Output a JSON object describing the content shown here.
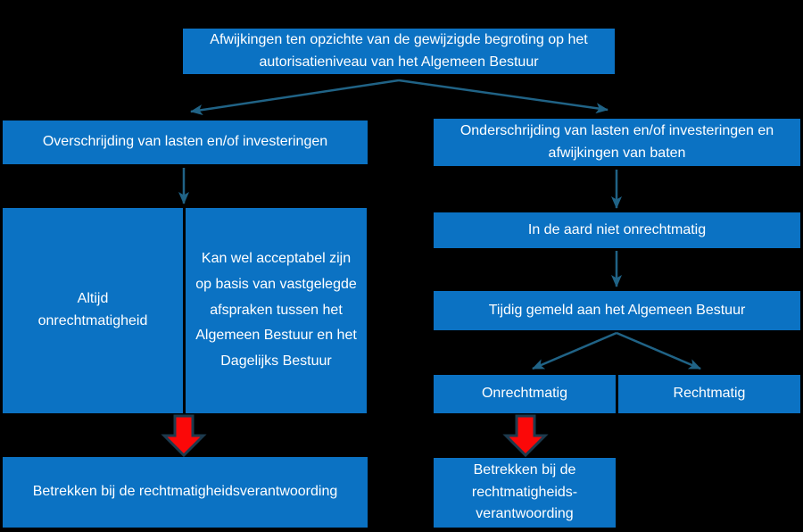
{
  "diagram": {
    "title_box": "Afwijkingen ten opzichte van de gewijzigde begroting op het autorisatieniveau van het Algemeen Bestuur",
    "left_branch": {
      "header": "Overschrijding van lasten en/of investeringen",
      "always_unlawful": "Altijd onrechtmatigheid",
      "acceptable": "Kan wel acceptabel zijn op basis van vastgelegde afspraken tussen het Algemeen Bestuur en het Dagelijks Bestuur",
      "outcome": "Betrekken bij de rechtmatigheidsverantwoording"
    },
    "right_branch": {
      "header": "Onderschrijding van lasten en/of investeringen en afwijkingen van baten",
      "nature": "In de aard niet onrechtmatig",
      "reported": "Tijdig gemeld aan het Algemeen Bestuur",
      "unlawful": "Onrechtmatig",
      "lawful": "Rechtmatig",
      "outcome": "Betrekken bij de rechtmatigheids-verantwoording"
    },
    "colors": {
      "background": "#000000",
      "box_fill": "#0b72c3",
      "box_text": "#ffffff",
      "connector": "#206386",
      "red_arrow_fill": "#fb0808",
      "red_arrow_outline": "#1d3a4d"
    }
  }
}
